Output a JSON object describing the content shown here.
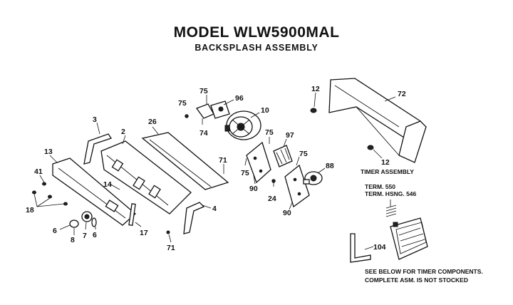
{
  "header": {
    "title": "MODEL WLW5900MAL",
    "subtitle": "BACKSPLASH ASSEMBLY"
  },
  "timer": {
    "label": "TIMER ASSEMBLY",
    "term": "TERM. 550",
    "term_hsng": "TERM. HSNG. 546"
  },
  "footer_note": {
    "line1": "SEE BELOW FOR TIMER COMPONENTS.",
    "line2": "COMPLETE ASM. IS NOT STOCKED"
  },
  "callouts": {
    "c72": "72",
    "c12a": "12",
    "c12b": "12",
    "c75a": "75",
    "c75b": "75",
    "c75c": "75",
    "c75d": "75",
    "c75e": "75",
    "c96": "96",
    "c10": "10",
    "c74": "74",
    "c97": "97",
    "c88": "88",
    "c90a": "90",
    "c90b": "90",
    "c24": "24",
    "c71a": "71",
    "c71b": "71",
    "c26": "26",
    "c3": "3",
    "c2": "2",
    "c13": "13",
    "c41": "41",
    "c18": "18",
    "c14": "14",
    "c4": "4",
    "c17": "17",
    "c6a": "6",
    "c8": "8",
    "c7": "7",
    "c6b": "6",
    "c104": "104"
  }
}
